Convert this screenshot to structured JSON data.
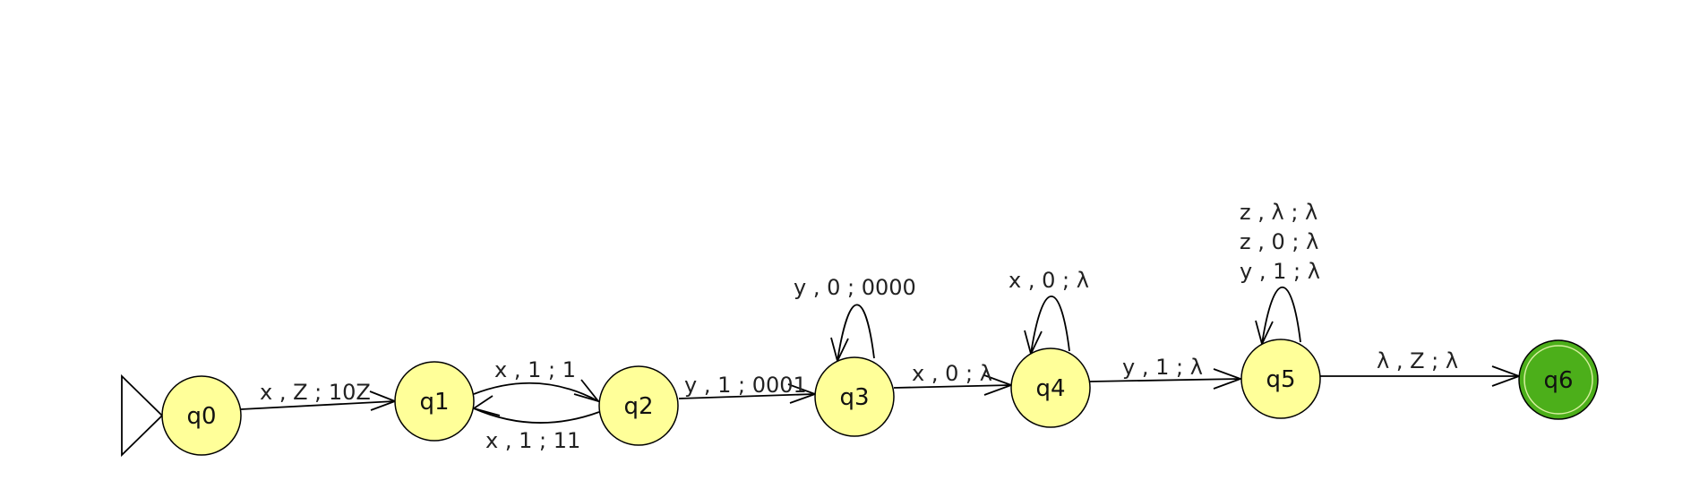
{
  "states": [
    {
      "id": "q0",
      "label": "q0",
      "initial": true
    },
    {
      "id": "q1",
      "label": "q1"
    },
    {
      "id": "q2",
      "label": "q2"
    },
    {
      "id": "q3",
      "label": "q3"
    },
    {
      "id": "q4",
      "label": "q4"
    },
    {
      "id": "q5",
      "label": "q5"
    },
    {
      "id": "q6",
      "label": "q6",
      "final": true
    }
  ],
  "transitions": [
    {
      "from": "q0",
      "to": "q1",
      "label": "x , Z ; 10Z"
    },
    {
      "from": "q1",
      "to": "q2",
      "label": "x , 1 ; 1"
    },
    {
      "from": "q2",
      "to": "q1",
      "label": "x , 1 ; 11"
    },
    {
      "from": "q2",
      "to": "q3",
      "label": "y , 1 ; 0001"
    },
    {
      "from": "q3",
      "to": "q3",
      "label": "y , 0 ; 0000"
    },
    {
      "from": "q3",
      "to": "q4",
      "label": "x , 0 ; λ"
    },
    {
      "from": "q4",
      "to": "q4",
      "label": "x , 0 ; λ"
    },
    {
      "from": "q4",
      "to": "q5",
      "label": "y , 1 ; λ"
    },
    {
      "from": "q5",
      "to": "q5",
      "labels": [
        "z , λ ; λ",
        "z , 0 ; λ",
        "y , 1 ; λ"
      ]
    },
    {
      "from": "q5",
      "to": "q6",
      "label": "λ , Z ; λ"
    }
  ],
  "colors": {
    "state_fill": "#ffff99",
    "final_fill": "#4caf1a",
    "stroke": "#000000"
  }
}
